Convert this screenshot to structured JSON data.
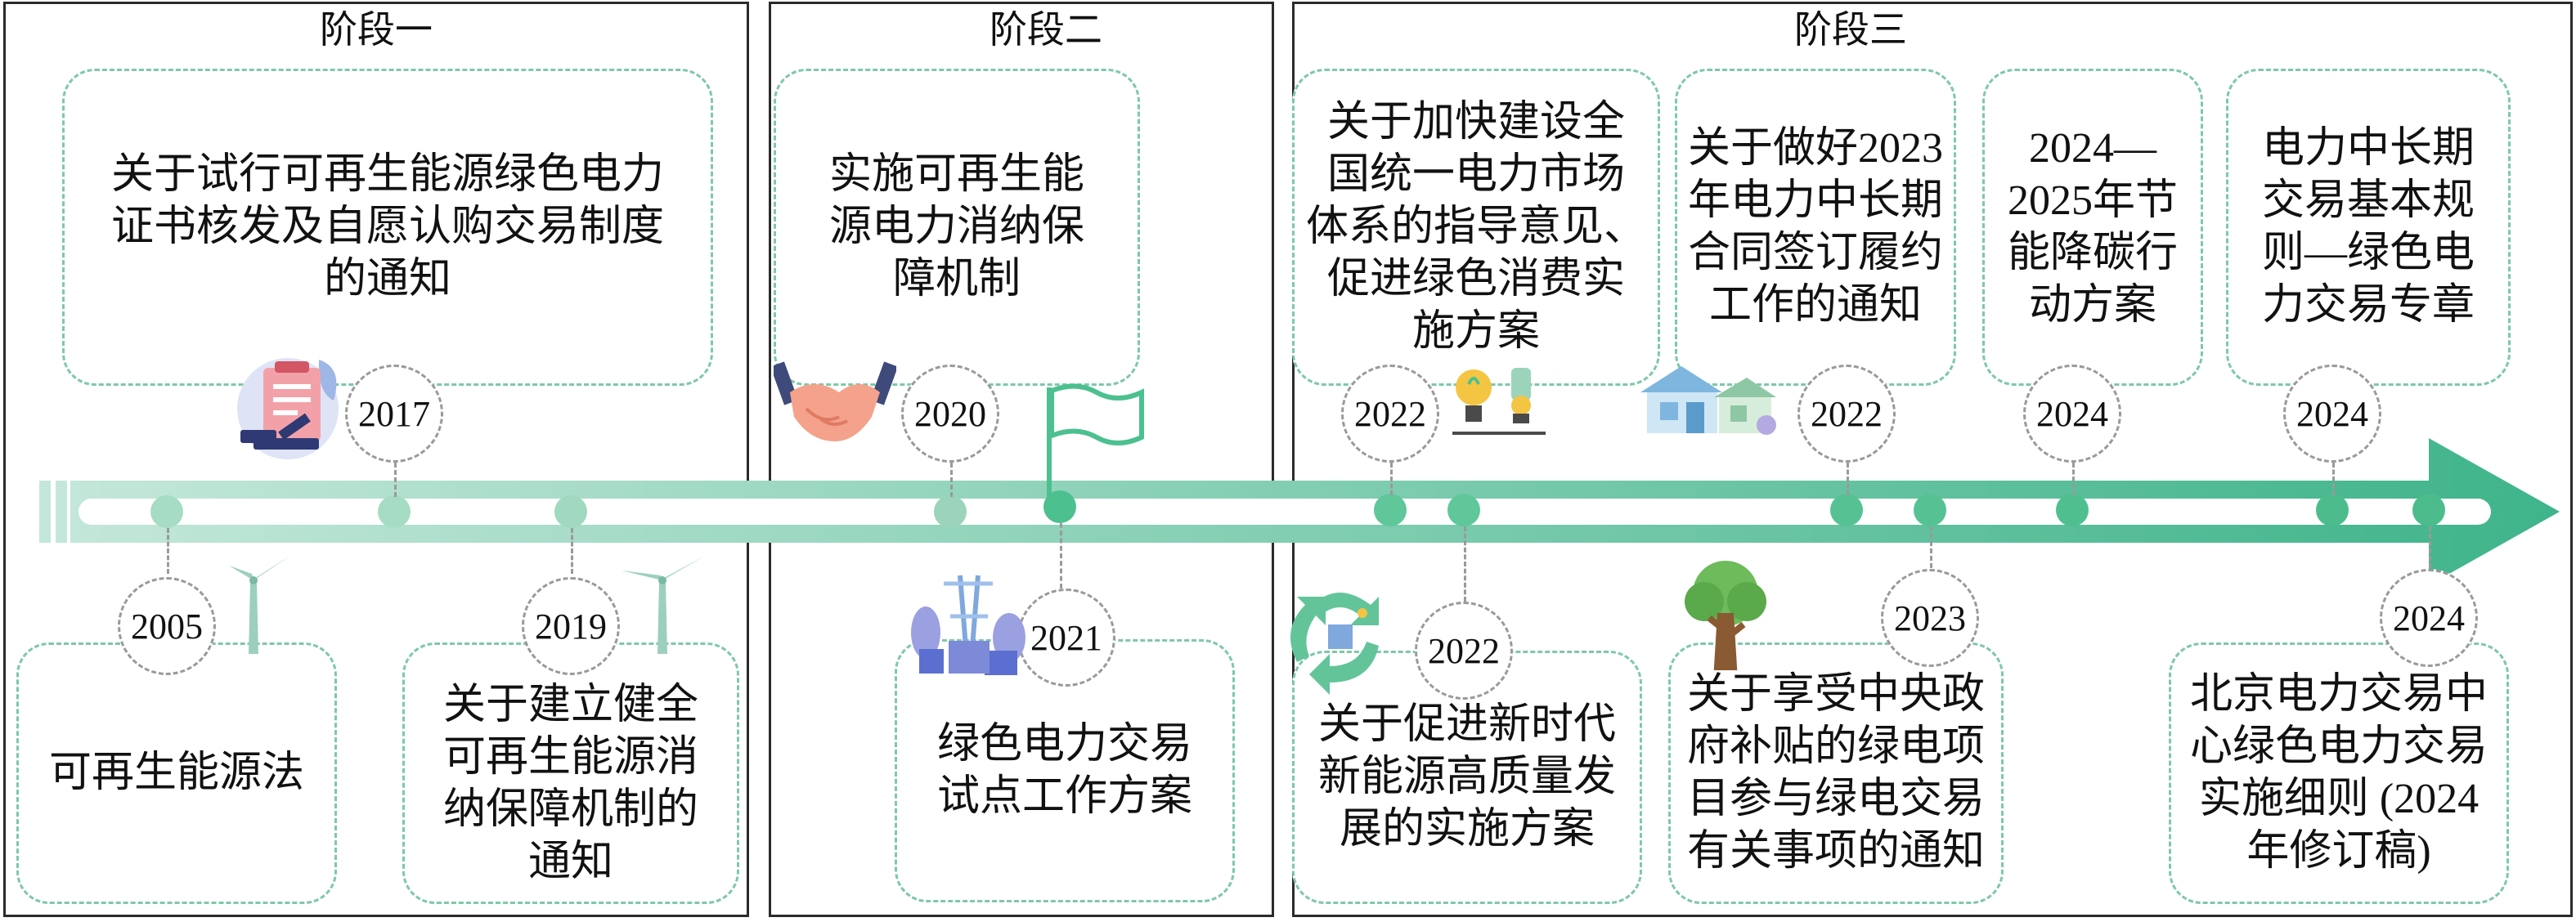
{
  "stages": [
    {
      "title": "阶段一"
    },
    {
      "title": "阶段二"
    },
    {
      "title": "阶段三"
    }
  ],
  "cards": [
    {
      "lines": [
        "关于试行可再生能源绿色电力",
        "证书核发及自愿认购交易制度",
        "的通知"
      ]
    },
    {
      "lines": [
        "可再生能源法"
      ]
    },
    {
      "lines": [
        "关于建立健全",
        "可再生能源消",
        "纳保障机制的",
        "通知"
      ]
    },
    {
      "lines": [
        "实施可再生能",
        "源电力消纳保",
        "障机制"
      ]
    },
    {
      "lines": [
        "绿色电力交易",
        "试点工作方案"
      ]
    },
    {
      "lines": [
        "关于加快建设全",
        "国统一电力市场",
        "体系的指导意见、",
        "促进绿色消费实",
        "施方案"
      ]
    },
    {
      "lines": [
        "关于做好2023",
        "年电力中长期",
        "合同签订履约",
        "工作的通知"
      ]
    },
    {
      "lines": [
        "2024—",
        "2025年节",
        "能降碳行",
        "动方案"
      ]
    },
    {
      "lines": [
        "电力中长期",
        "交易基本规",
        "则—绿色电",
        "力交易专章"
      ]
    },
    {
      "lines": [
        "关于促进新时代",
        "新能源高质量发",
        "展的实施方案"
      ]
    },
    {
      "lines": [
        "关于享受中央政",
        "府补贴的绿电项",
        "目参与绿电交易",
        "有关事项的通知"
      ]
    },
    {
      "lines": [
        "北京电力交易中",
        "心绿色电力交易",
        "实施细则 (2024",
        "年修订稿)"
      ]
    }
  ],
  "years": [
    "2017",
    "2005",
    "2019",
    "2020",
    "2021",
    "2022",
    "2022",
    "2022",
    "2024",
    "2024",
    "2023",
    "2024"
  ],
  "colors": {
    "timeline_start": "#b8e2d2",
    "timeline_end": "#3fb48a",
    "dot": "#8fd2b6",
    "dot_dark": "#4cc08f",
    "dashed": "#7ec8a8"
  },
  "icons": [
    "law-document-icon",
    "handshake-icon",
    "flag-icon",
    "wind-turbine-icon",
    "solar-city-icon",
    "recycle-icon",
    "light-bulb-icon",
    "green-house-icon",
    "tree-icon"
  ]
}
